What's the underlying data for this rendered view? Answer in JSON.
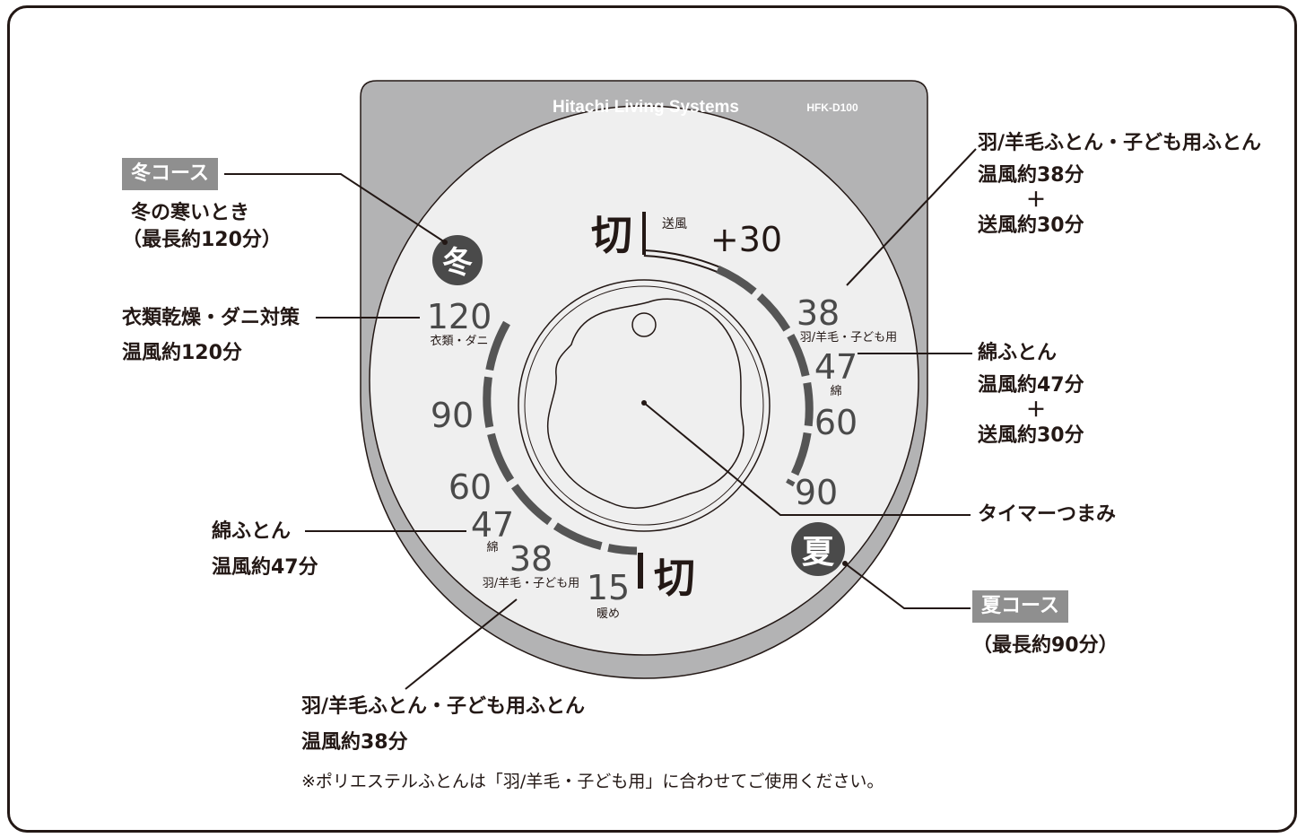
{
  "device": {
    "brand": "Hitachi Living Systems",
    "model": "HFK-D100"
  },
  "dial": {
    "top_off": "切",
    "top_blow": "送風",
    "plus30": "+30",
    "bottom_off": "切",
    "winter_badge": "冬",
    "summer_badge": "夏",
    "left_scale": [
      {
        "value": "120",
        "sub": "衣類・ダニ"
      },
      {
        "value": "90",
        "sub": ""
      },
      {
        "value": "60",
        "sub": ""
      },
      {
        "value": "47",
        "sub": "綿"
      },
      {
        "value": "38",
        "sub": "羽/羊毛・子ども用"
      },
      {
        "value": "15",
        "sub": "暖め"
      }
    ],
    "right_scale": [
      {
        "value": "38",
        "sub": "羽/羊毛・子ども用"
      },
      {
        "value": "47",
        "sub": "綿"
      },
      {
        "value": "60",
        "sub": ""
      },
      {
        "value": "90",
        "sub": ""
      }
    ]
  },
  "callouts": {
    "winter_course": {
      "tag": "冬コース",
      "line1": "冬の寒いとき",
      "line2": "（最長約120分）"
    },
    "clothes_mites": {
      "line1": "衣類乾燥・ダニ対策",
      "line2": "温風約120分"
    },
    "cotton_left": {
      "line1": "綿ふとん",
      "line2": "温風約47分"
    },
    "down_left": {
      "line1": "羽/羊毛ふとん・子ども用ふとん",
      "line2": "温風約38分"
    },
    "down_right": {
      "line1": "羽/羊毛ふとん・子ども用ふとん",
      "line2": "温風約38分",
      "plus": "＋",
      "line3": "送風約30分"
    },
    "cotton_right": {
      "line1": "綿ふとん",
      "line2": "温風約47分",
      "plus": "＋",
      "line3": "送風約30分"
    },
    "timer_knob": {
      "label": "タイマーつまみ"
    },
    "summer_course": {
      "tag": "夏コース",
      "line1": "（最長約90分）"
    }
  },
  "footnote": "※ポリエステルふとんは「羽/羊毛・子ども用」に合わせてご使用ください。",
  "colors": {
    "panel_gray": "#b3b3b4",
    "dial_face": "#efefef",
    "dark": "#4a4a4a",
    "tag_gray": "#8f8f8f",
    "ink": "#231815"
  }
}
